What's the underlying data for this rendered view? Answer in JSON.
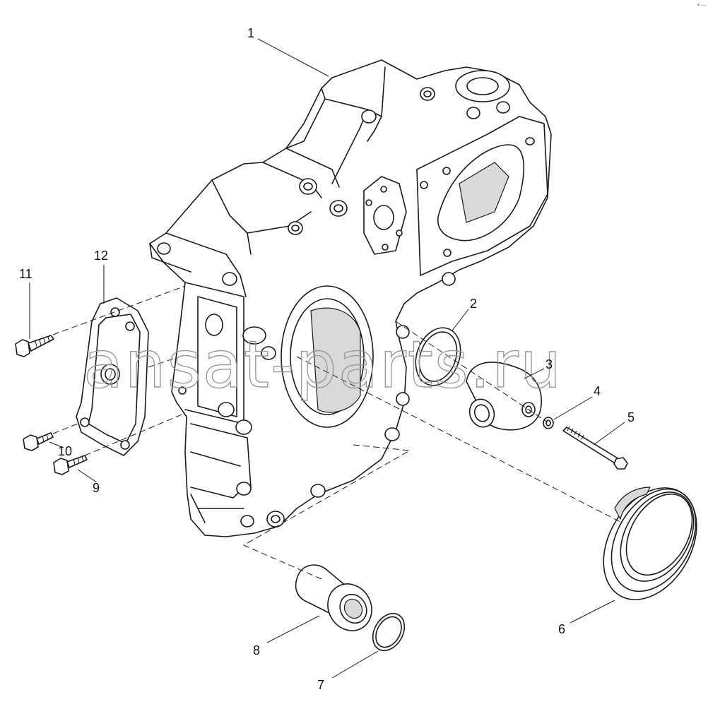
{
  "watermark": "ansat-parts.ru",
  "corner_mark": "•—",
  "callouts": [
    {
      "id": "1",
      "text": "1"
    },
    {
      "id": "2",
      "text": "2"
    },
    {
      "id": "3",
      "text": "3"
    },
    {
      "id": "4",
      "text": "4"
    },
    {
      "id": "5",
      "text": "5"
    },
    {
      "id": "6",
      "text": "6"
    },
    {
      "id": "7",
      "text": "7"
    },
    {
      "id": "8",
      "text": "8"
    },
    {
      "id": "9",
      "text": "9"
    },
    {
      "id": "10",
      "text": "10"
    },
    {
      "id": "11",
      "text": "11"
    },
    {
      "id": "12",
      "text": "12"
    }
  ]
}
